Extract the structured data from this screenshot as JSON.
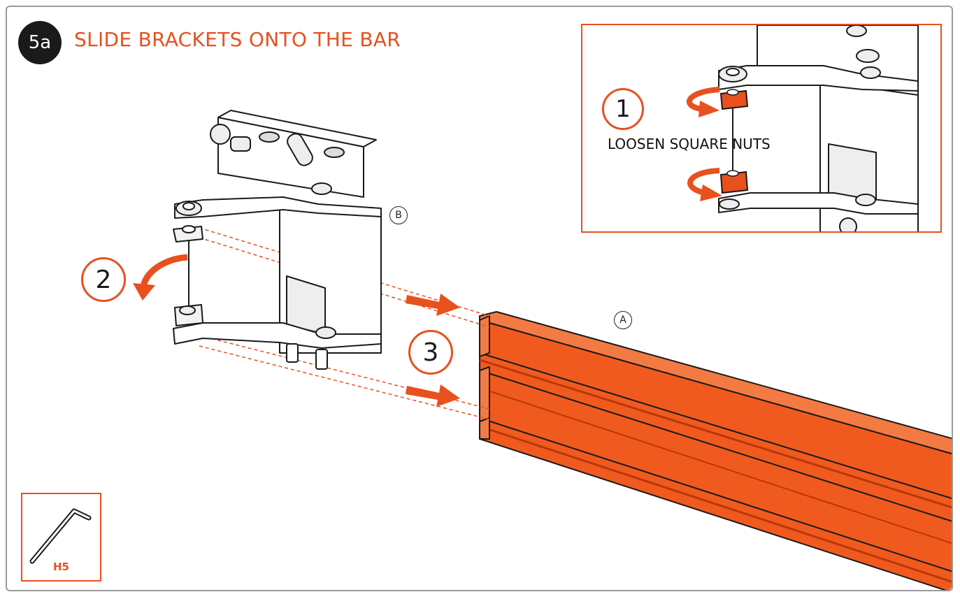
{
  "step": {
    "number": "5a",
    "title": "SLIDE BRACKETS ONTO THE BAR"
  },
  "inset": {
    "step_number": "1",
    "caption": "LOOSEN SQUARE NUTS"
  },
  "main": {
    "step_two": "2",
    "step_three": "3",
    "label_bar": "A",
    "label_bracket": "B"
  },
  "tool": {
    "label": "H5",
    "icon": "hex-key-icon"
  },
  "colors": {
    "accent": "#e8501e",
    "bar": "#f05a1e",
    "bar_dark": "#b8380c",
    "line": "#1a1a1a"
  }
}
